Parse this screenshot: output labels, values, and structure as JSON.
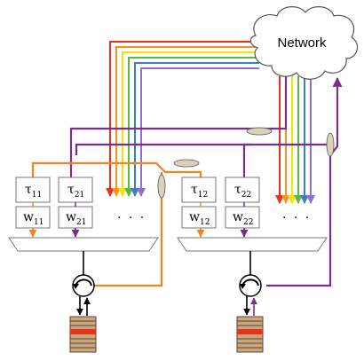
{
  "network": {
    "label": "Network"
  },
  "unit_left": {
    "cells": [
      {
        "symbol": "τ",
        "sub": "11"
      },
      {
        "symbol": "τ",
        "sub": "21"
      },
      {
        "symbol": "w",
        "sub": "11"
      },
      {
        "symbol": "w",
        "sub": "21"
      }
    ],
    "ellipsis": ". . ."
  },
  "unit_right": {
    "cells": [
      {
        "symbol": "τ",
        "sub": "12"
      },
      {
        "symbol": "τ",
        "sub": "22"
      },
      {
        "symbol": "w",
        "sub": "12"
      },
      {
        "symbol": "w",
        "sub": "22"
      }
    ],
    "ellipsis": ". . ."
  },
  "colors": {
    "orange": "#f5821f",
    "purple": "#7b2d8e",
    "rainbow": [
      "#e8321e",
      "#f7941d",
      "#f2e600",
      "#5cb947",
      "#3b7fc4",
      "#8f6fd1"
    ],
    "stack_red": "#e8321e",
    "stack_tan": "#c9a77c",
    "stack_brown": "#5a4636"
  }
}
